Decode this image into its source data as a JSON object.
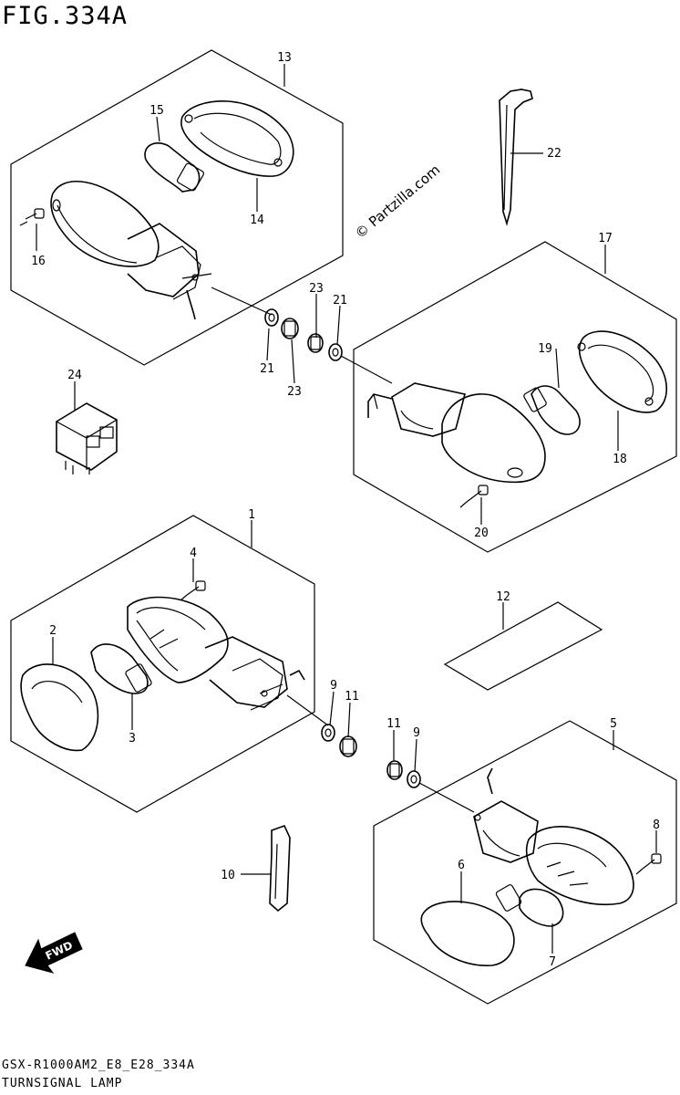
{
  "header": {
    "title": "FIG.334A"
  },
  "footer": {
    "code": "GSX-R1000AM2_E8_E28_334A",
    "name": "TURNSIGNAL LAMP"
  },
  "watermark": "© Partzilla.com",
  "fwd_label": "FWD",
  "callouts": [
    {
      "id": "13",
      "label": "13"
    },
    {
      "id": "15",
      "label": "15"
    },
    {
      "id": "14",
      "label": "14"
    },
    {
      "id": "16",
      "label": "16"
    },
    {
      "id": "22",
      "label": "22"
    },
    {
      "id": "17",
      "label": "17"
    },
    {
      "id": "23a",
      "label": "23"
    },
    {
      "id": "21a",
      "label": "21"
    },
    {
      "id": "21b",
      "label": "21"
    },
    {
      "id": "23b",
      "label": "23"
    },
    {
      "id": "19",
      "label": "19"
    },
    {
      "id": "18",
      "label": "18"
    },
    {
      "id": "24",
      "label": "24"
    },
    {
      "id": "20",
      "label": "20"
    },
    {
      "id": "1",
      "label": "1"
    },
    {
      "id": "4",
      "label": "4"
    },
    {
      "id": "2",
      "label": "2"
    },
    {
      "id": "3",
      "label": "3"
    },
    {
      "id": "12",
      "label": "12"
    },
    {
      "id": "9a",
      "label": "9"
    },
    {
      "id": "11a",
      "label": "11"
    },
    {
      "id": "11b",
      "label": "11"
    },
    {
      "id": "9b",
      "label": "9"
    },
    {
      "id": "5",
      "label": "5"
    },
    {
      "id": "8",
      "label": "8"
    },
    {
      "id": "6",
      "label": "6"
    },
    {
      "id": "7",
      "label": "7"
    },
    {
      "id": "10",
      "label": "10"
    }
  ]
}
